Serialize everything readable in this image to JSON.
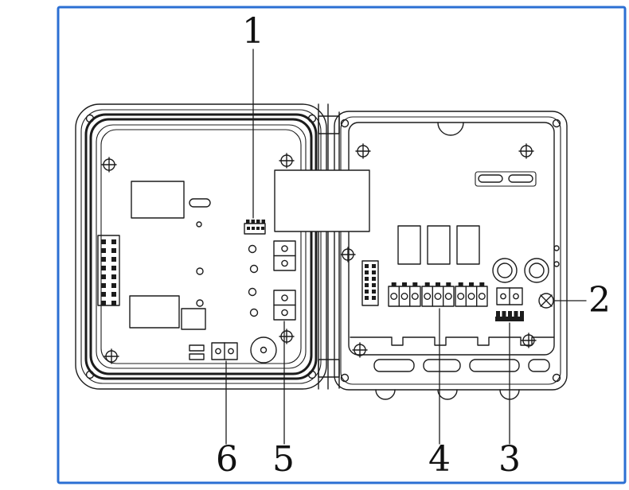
{
  "figure": {
    "callouts": [
      {
        "label": "1"
      },
      {
        "label": "2"
      },
      {
        "label": "3"
      },
      {
        "label": "4"
      },
      {
        "label": "5"
      },
      {
        "label": "6"
      }
    ]
  },
  "colors": {
    "frame": "#2b6fd3",
    "line": "#1c1c1c",
    "background": "#ffffff"
  }
}
